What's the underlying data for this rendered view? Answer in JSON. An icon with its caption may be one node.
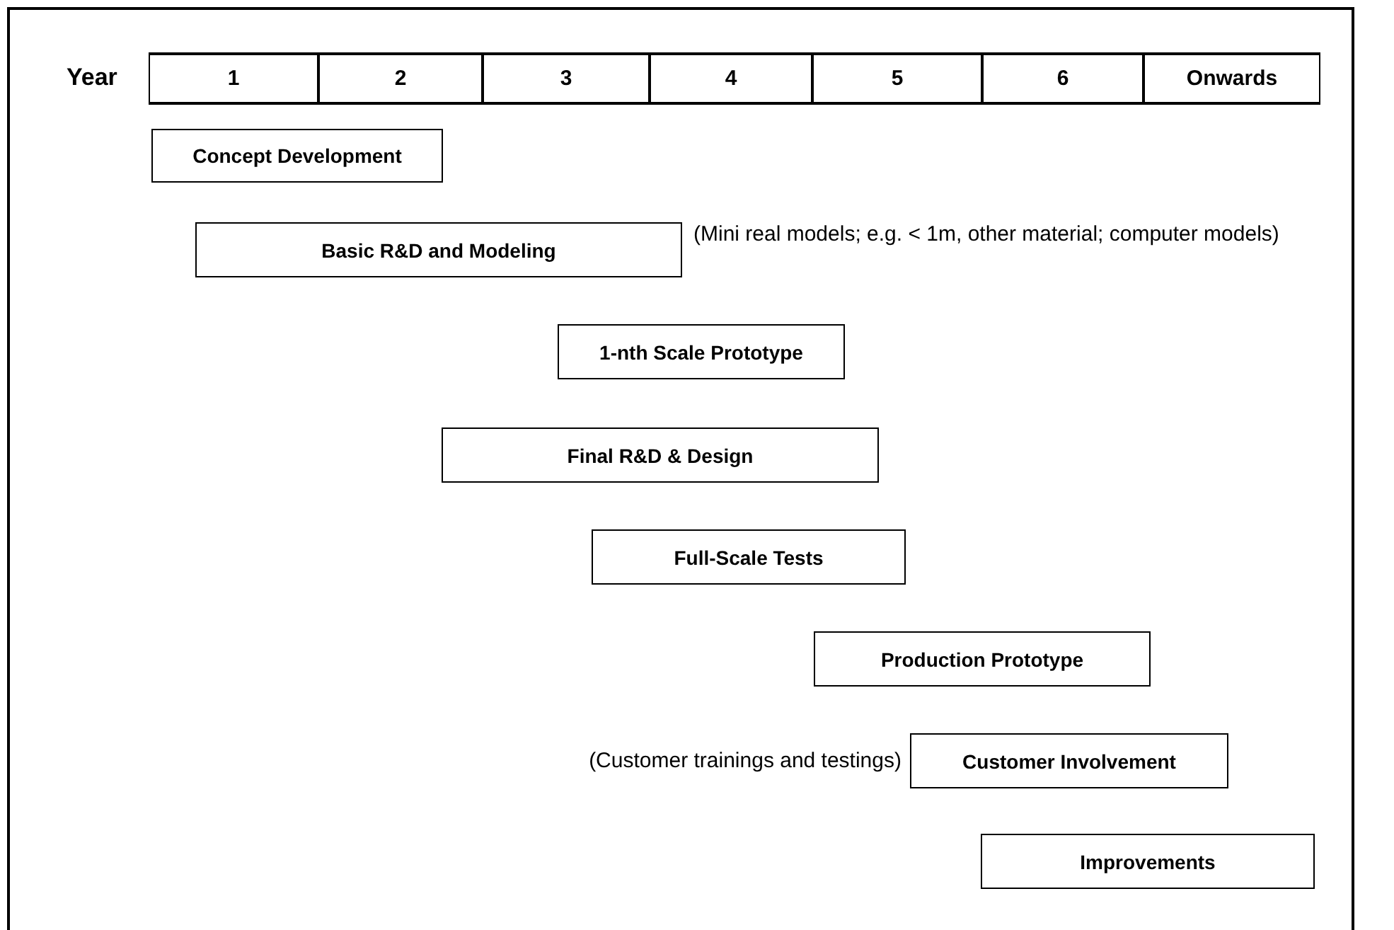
{
  "diagram": {
    "nodes": [
      {
        "text": [
          "1"
        ]
      },
      {
        "text": [
          "2"
        ]
      },
      {
        "text": [
          "3"
        ]
      },
      {
        "text": [
          "4"
        ]
      },
      {
        "text": [
          "5"
        ]
      },
      {
        "text": [
          "6"
        ]
      },
      {
        "text": [
          "Onwards"
        ]
      },
      {
        "text": [
          "Concept Development"
        ]
      },
      {
        "text": [
          "Basic R&D and Modeling"
        ],
        "beside": [
          "(Mini real models; e.g. < 1m, other material; computer models)"
        ]
      },
      {
        "text": [
          "1-nth Scale Prototype"
        ]
      },
      {
        "text": [
          "Final R&D & Design"
        ]
      },
      {
        "text": [
          "Full-Scale Tests"
        ]
      },
      {
        "text": [
          "Production Prototype"
        ]
      },
      {
        "text": [
          "Customer Involvement"
        ],
        "beside": [
          "(Customer trainings and testings)"
        ]
      },
      {
        "text": [
          "Improvements"
        ]
      }
    ],
    "labels": [
      "Year"
    ]
  }
}
